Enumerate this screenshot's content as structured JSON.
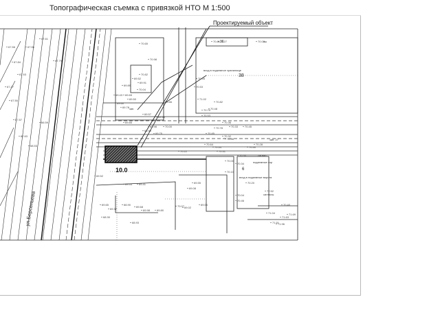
{
  "header": {
    "title": "Топографическая съемка с привязкой НТО М 1:500"
  },
  "callout": {
    "label": "Проектируемый объект"
  },
  "map": {
    "object_label": "10.0",
    "street_label": "ул.Берсеньева",
    "block_number": "38",
    "building_label_a": "36",
    "building_label_b": "6",
    "annotations": [
      "вход в подземное хранилище",
      "вход в подземные ворота",
      "подземные хор",
      "сигнал",
      "сигналы",
      "зап.",
      "зап. 27",
      "нж"
    ],
    "elevations": [
      "70.81",
      "71.27",
      "70.03",
      "70.65",
      "70.98",
      "70.82",
      "69.52",
      "69.91",
      "69.89",
      "70.04",
      "69.43",
      "69.65",
      "69.50",
      "69.60",
      "69.78",
      "69.66",
      "69.57",
      "69.38",
      "69.98",
      "70.00",
      "69.99",
      "69.75",
      "70.79",
      "70.53",
      "69.85",
      "71.02",
      "70.82",
      "70.48",
      "70.53",
      "70.55",
      "70.36",
      "70.33",
      "70.78",
      "70.45",
      "70.85",
      "70.32",
      "70.56",
      "70.64",
      "70.44",
      "70.40",
      "70.28",
      "70.31",
      "70.22",
      "70.00",
      "70.30",
      "70.34",
      "70.04",
      "70.46",
      "70.10",
      "70.20",
      "72.52",
      "69.53",
      "69.41",
      "69.55",
      "69.08",
      "69.68",
      "69.98",
      "69.80",
      "70.07",
      "69.65",
      "69.37",
      "68.30",
      "68.90",
      "68.93",
      "69.06",
      "69.02",
      "70.40",
      "71.04",
      "71.51",
      "71.63",
      "71.96",
      "71.69",
      "68.53",
      "66.59",
      "67.63",
      "67.57",
      "67.50",
      "67.27",
      "67.53",
      "67.84",
      "67.56",
      "67.56",
      "67.61",
      "67.79",
      "69.52"
    ]
  }
}
